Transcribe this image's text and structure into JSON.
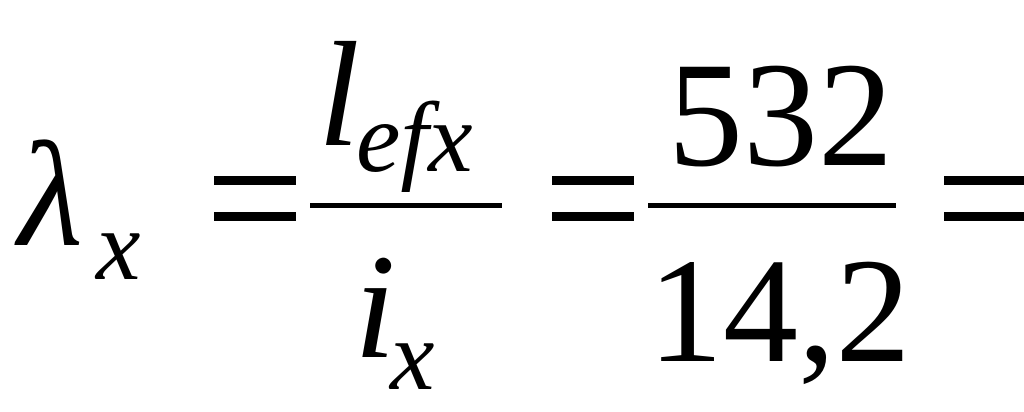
{
  "equation": {
    "lhs_symbol": "λ",
    "lhs_subscript": "x",
    "fraction1": {
      "numerator_symbol": "l",
      "numerator_subscript": "efx",
      "denominator_symbol": "i",
      "denominator_subscript": "x"
    },
    "fraction2": {
      "numerator": "532",
      "denominator": "14,2"
    }
  }
}
